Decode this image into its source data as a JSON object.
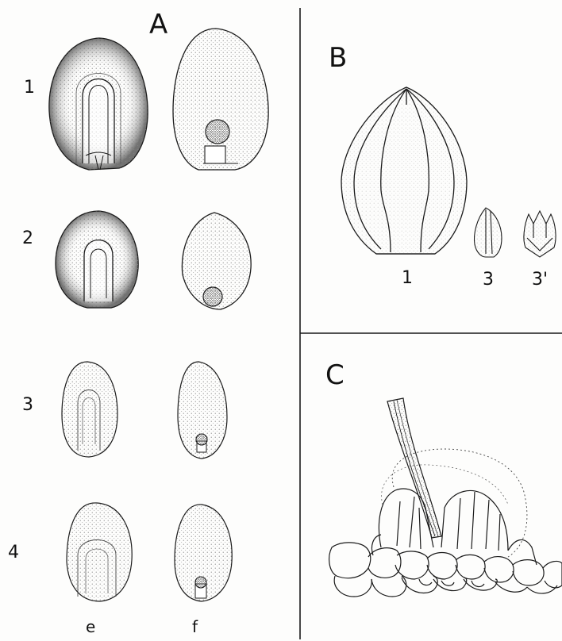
{
  "panels": {
    "a": {
      "label": "A",
      "rows": [
        "1",
        "2",
        "3",
        "4"
      ],
      "columns": [
        "e",
        "f"
      ]
    },
    "b": {
      "label": "B",
      "items": [
        "1",
        "3",
        "3'"
      ]
    },
    "c": {
      "label": "C"
    }
  },
  "colors": {
    "ink": "#1a1a1a",
    "stipple": "#444444",
    "paper": "#fdfdfc"
  }
}
